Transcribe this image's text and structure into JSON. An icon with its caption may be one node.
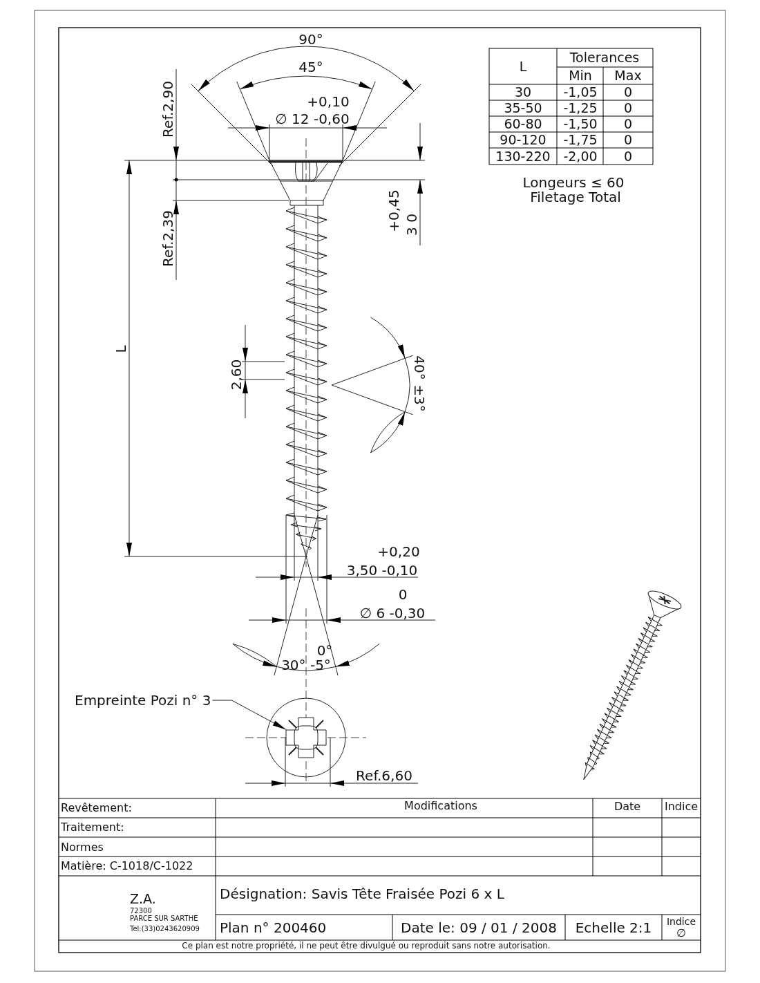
{
  "diagram": {
    "nodes": [
      {
        "text": [
          "Empreinte Pozi n° 3"
        ]
      },
      {
        "text": [],
        "shape": "cross"
      }
    ],
    "edges": [
      {
        "from": 0,
        "to": 1,
        "arrow": "to"
      }
    ],
    "labels": [
      "90°",
      "45°",
      "Ref.2,90",
      "+0,10",
      "∅ 12 -0,60",
      "L",
      "Tolerances",
      "Min",
      "Max",
      "30",
      "-1,05",
      "0",
      "35-50",
      "-1,25",
      "0",
      "60-80",
      "-1,50",
      "0",
      "90-120",
      "-1,75",
      "0",
      "130-220",
      "-2,00",
      "0",
      "Longeurs ≤ 60",
      "Filetage Total",
      "+0,45",
      "3  0",
      "Ref.2,39",
      "L",
      "2,60",
      "40° ±3°",
      "+0,20",
      "3,50 -0,10",
      "0",
      "∅ 6 -0,30",
      "0°",
      "30° -5°",
      "Ref.6,60",
      "Revêtement:",
      "Modifications",
      "Date",
      "Indice",
      "Traitement:",
      "Normes",
      "Matière: C-1018/C-1022",
      "Z.A.",
      "72300",
      "PARCE SUR SARTHE",
      "Tel:(33)0243620909",
      "Désignation: Savis Tête Fraisée Pozi  6 x L",
      "Plan n° 200460",
      "Date le: 09 / 01 / 2008",
      "Echelle 2:1",
      "Indice",
      "∅",
      "Ce plan est notre propriété, il ne peut être divulgué ou reproduit sans notre autorisation."
    ]
  }
}
